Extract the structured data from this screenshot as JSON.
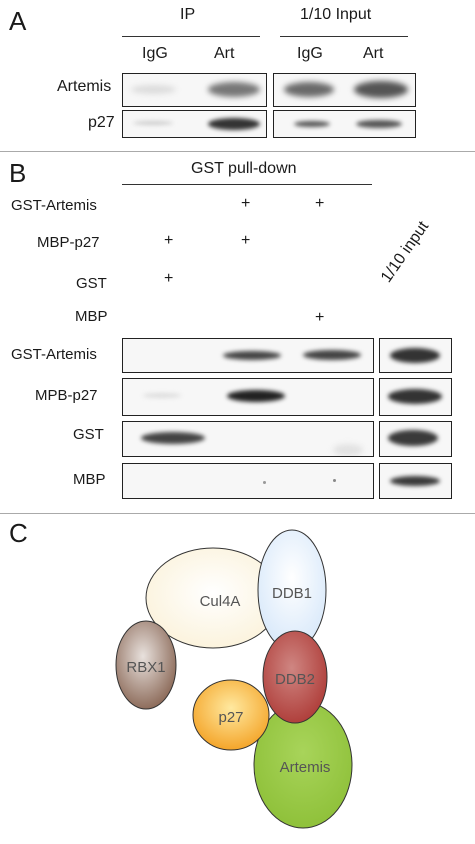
{
  "panel_a": {
    "letter": "A",
    "group_ip": "IP",
    "group_input": "1/10 Input",
    "lanes": [
      "IgG",
      "Art",
      "IgG",
      "Art"
    ],
    "rows": [
      "Artemis",
      "p27"
    ]
  },
  "panel_b": {
    "letter": "B",
    "header": "GST pull-down",
    "conditions": [
      "GST-Artemis",
      "MBP-p27",
      "GST",
      "MBP"
    ],
    "plus": "+",
    "input_label": "1/10 input",
    "rows": [
      "GST-Artemis",
      "MPB-p27",
      "GST",
      "MBP"
    ]
  },
  "panel_c": {
    "letter": "C",
    "proteins": {
      "cul4a": "Cul4A",
      "ddb1": "DDB1",
      "rbx1": "RBX1",
      "ddb2": "DDB2",
      "p27": "p27",
      "artemis": "Artemis"
    },
    "colors": {
      "cul4a": "#fbf2da",
      "ddb1": "#d9e9fa",
      "rbx1": "#8e6d5c",
      "ddb2": "#b0403c",
      "p27": "#f4a52a",
      "artemis": "#8fc13a"
    }
  }
}
